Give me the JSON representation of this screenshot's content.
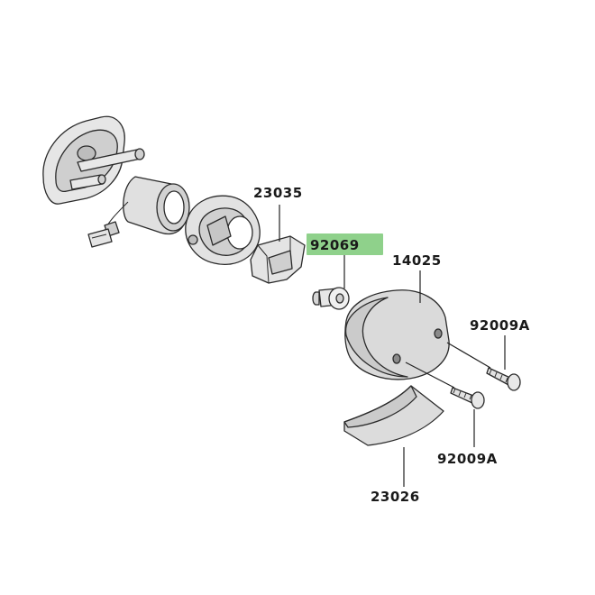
{
  "diagram": {
    "highlight_color": "#8fd18b",
    "part_fill": "#d9d9d9",
    "part_fill_light": "#ececec",
    "part_fill_dark": "#bdbdbd",
    "labels": {
      "p23035": "23035",
      "p92069": "92069",
      "p14025": "14025",
      "p92009a_top": "92009A",
      "p92009a_bottom": "92009A",
      "p23026": "23026"
    }
  }
}
